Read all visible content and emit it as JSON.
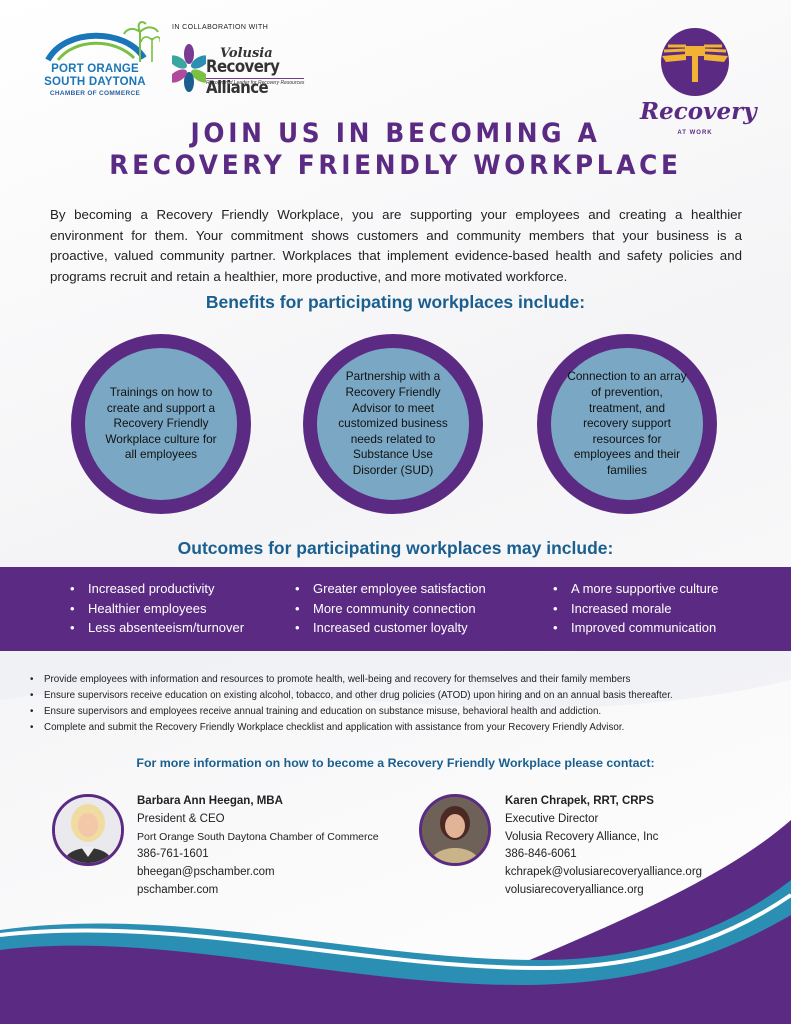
{
  "header": {
    "chamber_logo": {
      "line1": "PORT ORANGE",
      "line2": "SOUTH DAYTONA",
      "line3": "CHAMBER OF COMMERCE"
    },
    "collab_label": "IN COLLABORATION WITH",
    "vra_logo": {
      "line1": "Volusia",
      "line2": "Recovery Alliance",
      "tagline": "Recognized Leader for Recovery Resources"
    },
    "raw_logo": {
      "line1": "Recovery",
      "line2": "AT WORK"
    }
  },
  "title": {
    "line1": "JOIN US IN BECOMING A",
    "line2": "RECOVERY FRIENDLY WORKPLACE"
  },
  "intro": "By becoming a Recovery Friendly Workplace, you are supporting your employees and creating a healthier environment for them. Your commitment shows customers and community members that your business is a proactive, valued community partner. Workplaces that implement evidence-based health and safety policies and programs recruit and retain a healthier, more productive, and more motivated workforce.",
  "benefits": {
    "heading": "Benefits for participating workplaces include:",
    "items": [
      "Trainings on how to create and support a Recovery Friendly Workplace culture for all employees",
      "Partnership with a Recovery Friendly Advisor to meet customized business needs related to Substance Use Disorder (SUD)",
      "Connection to an array of prevention, treatment, and recovery support resources for employees and their families"
    ]
  },
  "outcomes": {
    "heading": "Outcomes for participating workplaces may include:",
    "columns": [
      [
        "Increased productivity",
        "Healthier employees",
        "Less absenteeism/turnover"
      ],
      [
        "Greater employee satisfaction",
        "More community connection",
        "Increased customer loyalty"
      ],
      [
        "A more supportive culture",
        "Increased morale",
        "Improved communication"
      ]
    ]
  },
  "requirements": [
    "Provide employees with information and resources to promote health, well-being and recovery for themselves and their family members",
    "Ensure supervisors receive education on existing alcohol, tobacco, and other drug policies (ATOD) upon hiring and on an annual basis thereafter.",
    "Ensure supervisors and employees receive annual training and education on substance misuse, behavioral health and addiction.",
    "Complete and submit the Recovery Friendly Workplace checklist and application with assistance from your Recovery Friendly Advisor."
  ],
  "contact": {
    "heading": "For more information on how to become a Recovery Friendly Workplace please contact:",
    "people": [
      {
        "name": "Barbara Ann Heegan, MBA",
        "role": "President & CEO",
        "org": "Port Orange South Daytona Chamber of Commerce",
        "phone": "386-761-1601",
        "email": "bheegan@pschamber.com",
        "web": "pschamber.com"
      },
      {
        "name": "Karen Chrapek, RRT, CRPS",
        "role": "Executive Director",
        "org": "Volusia Recovery Alliance, Inc",
        "phone": "386-846-6061",
        "email": "kchrapek@volusiarecoveryalliance.org",
        "web": "volusiarecoveryalliance.org"
      }
    ]
  },
  "colors": {
    "purple": "#5b2b84",
    "blue": "#1a5f8f",
    "circle_fill": "#7aa8c4",
    "teal": "#2a8fb2"
  }
}
